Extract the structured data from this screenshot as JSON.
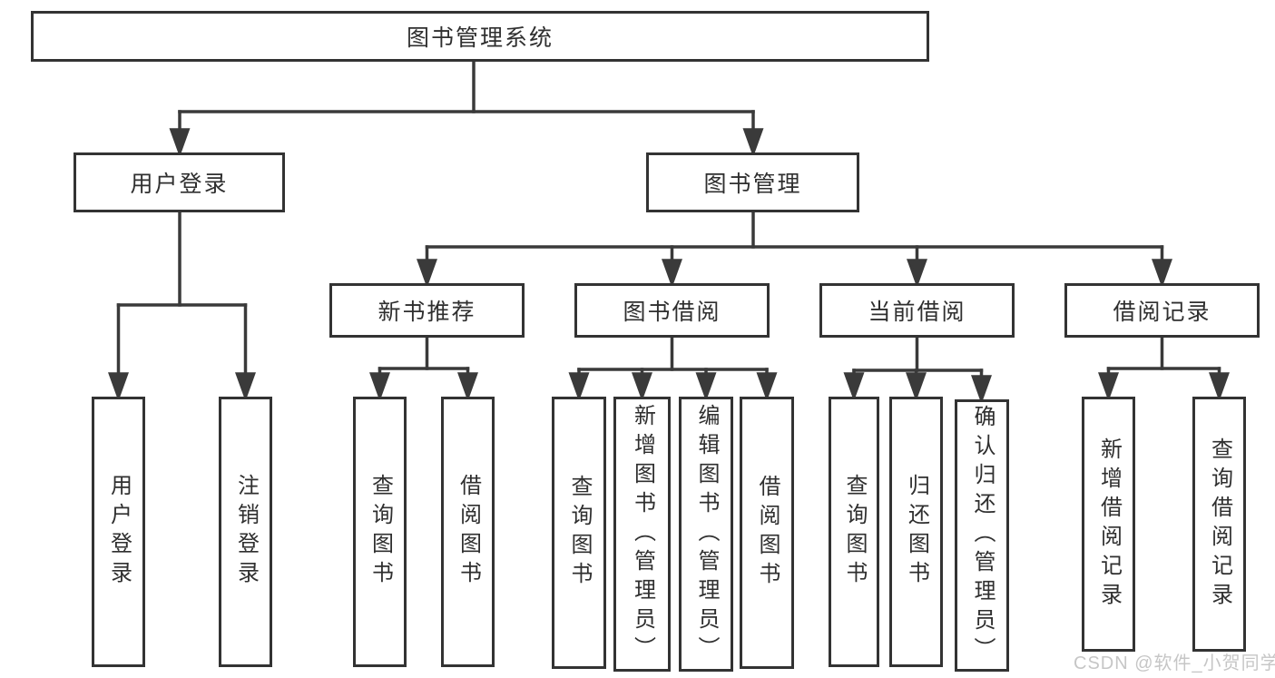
{
  "diagram": {
    "nodes": [
      {
        "id": "root",
        "label": "图书管理系统"
      },
      {
        "id": "login",
        "label": "用户登录"
      },
      {
        "id": "mgmt",
        "label": "图书管理"
      },
      {
        "id": "rec",
        "label": "新书推荐"
      },
      {
        "id": "borrow",
        "label": "图书借阅"
      },
      {
        "id": "current",
        "label": "当前借阅"
      },
      {
        "id": "record",
        "label": "借阅记录"
      },
      {
        "id": "u1",
        "label": "用户登录"
      },
      {
        "id": "u2",
        "label": "注销登录"
      },
      {
        "id": "r1",
        "label": "查询图书"
      },
      {
        "id": "r2",
        "label": "借阅图书"
      },
      {
        "id": "b1",
        "label": "查询图书"
      },
      {
        "id": "b2",
        "label": "新增图书（管理员）"
      },
      {
        "id": "b3",
        "label": "编辑图书（管理员）"
      },
      {
        "id": "b4",
        "label": "借阅图书"
      },
      {
        "id": "c1",
        "label": "查询图书"
      },
      {
        "id": "c2",
        "label": "归还图书"
      },
      {
        "id": "c3",
        "label": "确认归还（管理员）"
      },
      {
        "id": "d1",
        "label": "新增借阅记录"
      },
      {
        "id": "d2",
        "label": "查询借阅记录"
      }
    ],
    "edges": [
      {
        "from": "root",
        "to": [
          "login",
          "mgmt"
        ]
      },
      {
        "from": "login",
        "to": [
          "u1",
          "u2"
        ]
      },
      {
        "from": "mgmt",
        "to": [
          "rec",
          "borrow",
          "current",
          "record"
        ]
      },
      {
        "from": "rec",
        "to": [
          "r1",
          "r2"
        ]
      },
      {
        "from": "borrow",
        "to": [
          "b1",
          "b2",
          "b3",
          "b4"
        ]
      },
      {
        "from": "current",
        "to": [
          "c1",
          "c2",
          "c3"
        ]
      },
      {
        "from": "record",
        "to": [
          "d1",
          "d2"
        ]
      }
    ],
    "watermark": "CSDN @软件_小贺同学",
    "colors": {
      "line": "#3a3a3a",
      "box_border": "#333333",
      "box_fill": "#ffffff",
      "text": "#2f2f2f",
      "watermark": "#c6c6c6"
    }
  }
}
